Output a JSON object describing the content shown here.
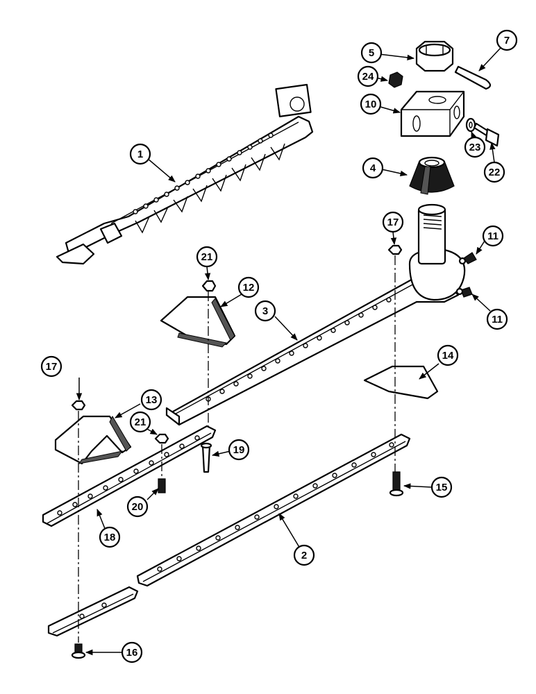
{
  "callouts": {
    "c1": "1",
    "c2": "2",
    "c3": "3",
    "c4": "4",
    "c5": "5",
    "c7": "7",
    "c10": "10",
    "c11a": "11",
    "c11b": "11",
    "c12": "12",
    "c13": "13",
    "c14": "14",
    "c15": "15",
    "c16": "16",
    "c17a": "17",
    "c17b": "17",
    "c18": "18",
    "c19": "19",
    "c20": "20",
    "c21a": "21",
    "c21b": "21",
    "c22": "22",
    "c23": "23",
    "c24": "24"
  }
}
